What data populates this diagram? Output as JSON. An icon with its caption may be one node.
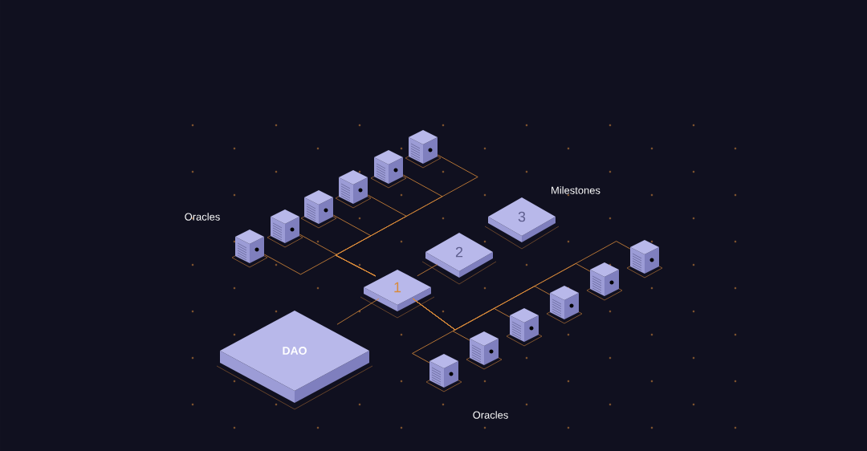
{
  "diagram": {
    "nodes": [
      {
        "text": [
          "DAO"
        ]
      },
      {
        "text": [
          "1"
        ]
      },
      {
        "text": [
          "2"
        ]
      },
      {
        "text": [
          "3"
        ]
      },
      {
        "text": [],
        "shape": "box"
      },
      {
        "text": [],
        "shape": "box"
      },
      {
        "text": [],
        "shape": "box"
      },
      {
        "text": [],
        "shape": "box"
      },
      {
        "text": [],
        "shape": "box"
      },
      {
        "text": [],
        "shape": "box"
      },
      {
        "text": [],
        "shape": "box"
      },
      {
        "text": [],
        "shape": "box"
      },
      {
        "text": [],
        "shape": "box"
      },
      {
        "text": [],
        "shape": "box"
      },
      {
        "text": [],
        "shape": "box"
      },
      {
        "text": [],
        "shape": "box"
      }
    ],
    "edges": [
      {
        "from": 0,
        "to": 1,
        "arrow": "none"
      },
      {
        "from": 1,
        "to": 2,
        "arrow": "none"
      },
      {
        "from": 4,
        "to": 1,
        "arrow": "none"
      },
      {
        "from": 5,
        "to": 1,
        "arrow": "none"
      },
      {
        "from": 6,
        "to": 1,
        "arrow": "none"
      },
      {
        "from": 7,
        "to": 1,
        "arrow": "none"
      },
      {
        "from": 8,
        "to": 1,
        "arrow": "none"
      },
      {
        "from": 9,
        "to": 1,
        "arrow": "none"
      },
      {
        "from": 1,
        "to": 10,
        "arrow": "none"
      },
      {
        "from": 1,
        "to": 11,
        "arrow": "none"
      },
      {
        "from": 1,
        "to": 12,
        "arrow": "none"
      },
      {
        "from": 1,
        "to": 13,
        "arrow": "none"
      },
      {
        "from": 1,
        "to": 14,
        "arrow": "none"
      },
      {
        "from": 1,
        "to": 15,
        "arrow": "none"
      }
    ],
    "labels": [
      "Oracles",
      "Milestones",
      "Oracles"
    ]
  }
}
